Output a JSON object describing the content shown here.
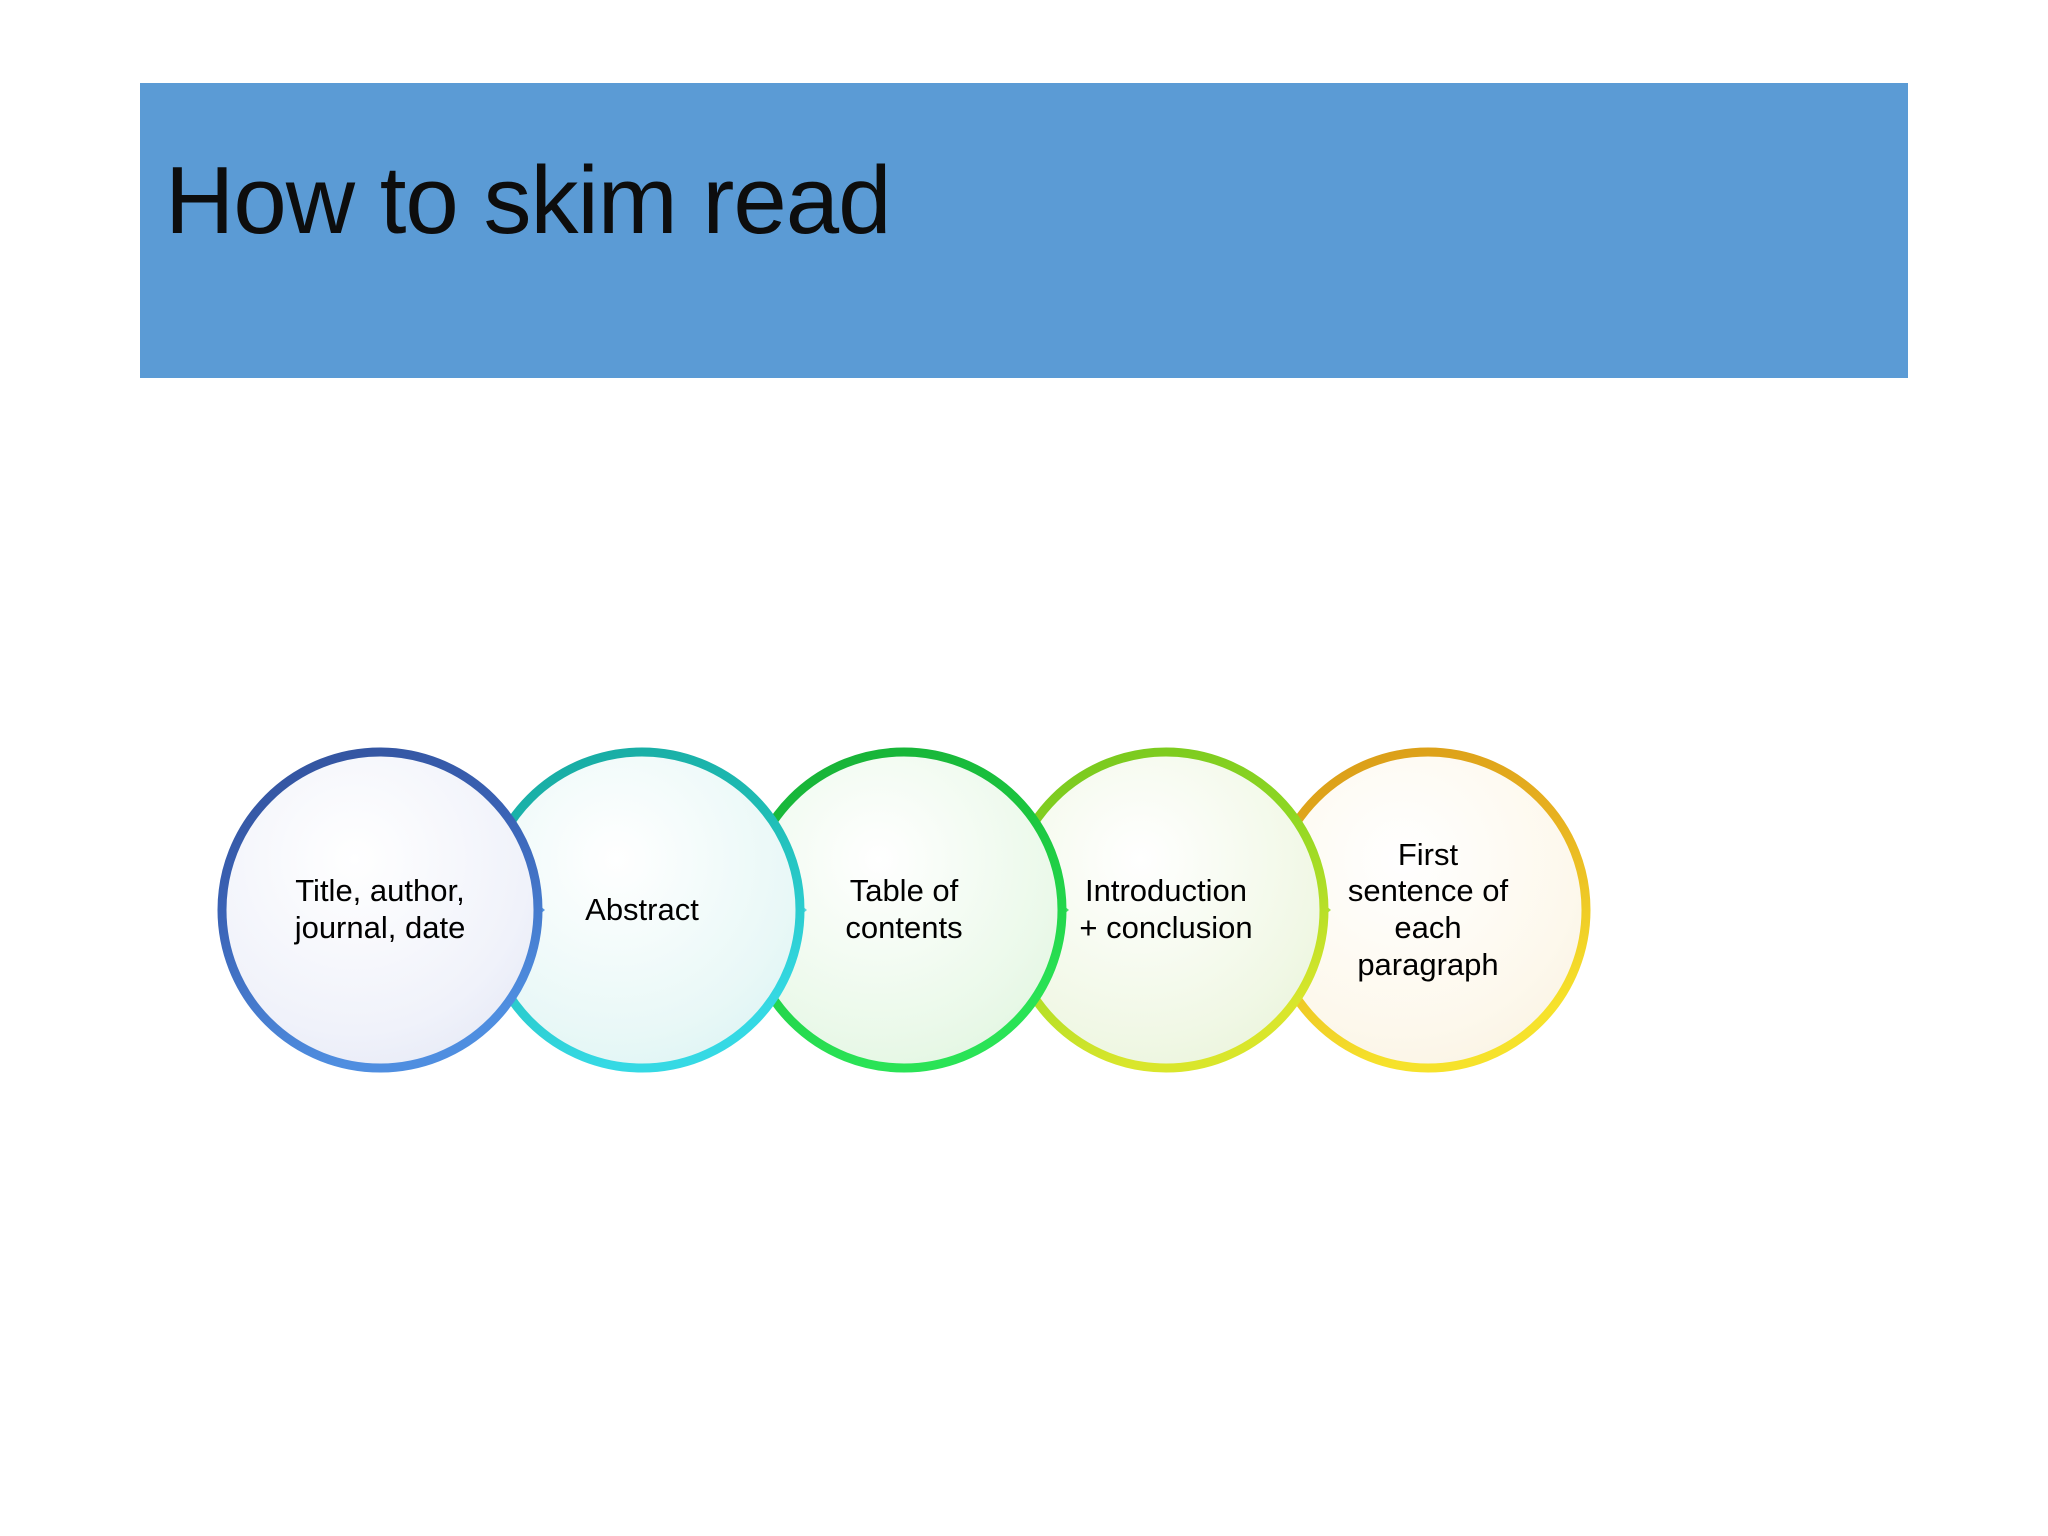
{
  "slide": {
    "background_color": "#ffffff",
    "banner_color": "#5B9BD5",
    "title": "How to skim read"
  },
  "diagram": {
    "type": "chevron-process",
    "direction": "left-to-right",
    "step_count": 5,
    "steps": [
      {
        "index": 1,
        "label": "Title, author,\njournal, date",
        "border_color": "#3a5fab",
        "accent_color": "#2f6fd0",
        "fill_color": "#edf0f9",
        "arrow_color": "#2f6fd0"
      },
      {
        "index": 2,
        "label": "Abstract",
        "border_color": "#22b8ae",
        "accent_color": "#29c8d8",
        "fill_color": "#e6f8f7",
        "arrow_color": "#25c2cf"
      },
      {
        "index": 3,
        "label": "Table of\ncontents",
        "border_color": "#19c23c",
        "accent_color": "#22d84a",
        "fill_color": "#e9f8e8",
        "arrow_color": "#1fd046"
      },
      {
        "index": 4,
        "label": "Introduction\n+ conclusion",
        "border_color": "#80d321",
        "accent_color": "#9ee02a",
        "fill_color": "#eff7e2",
        "arrow_color": "#8ddb24"
      },
      {
        "index": 5,
        "label": "First\nsentence of\neach\nparagraph",
        "border_color": "#e0a81f",
        "accent_color": "#f2d021",
        "fill_color": "#fbf6e9",
        "arrow_color": "#e0a81f"
      }
    ]
  }
}
